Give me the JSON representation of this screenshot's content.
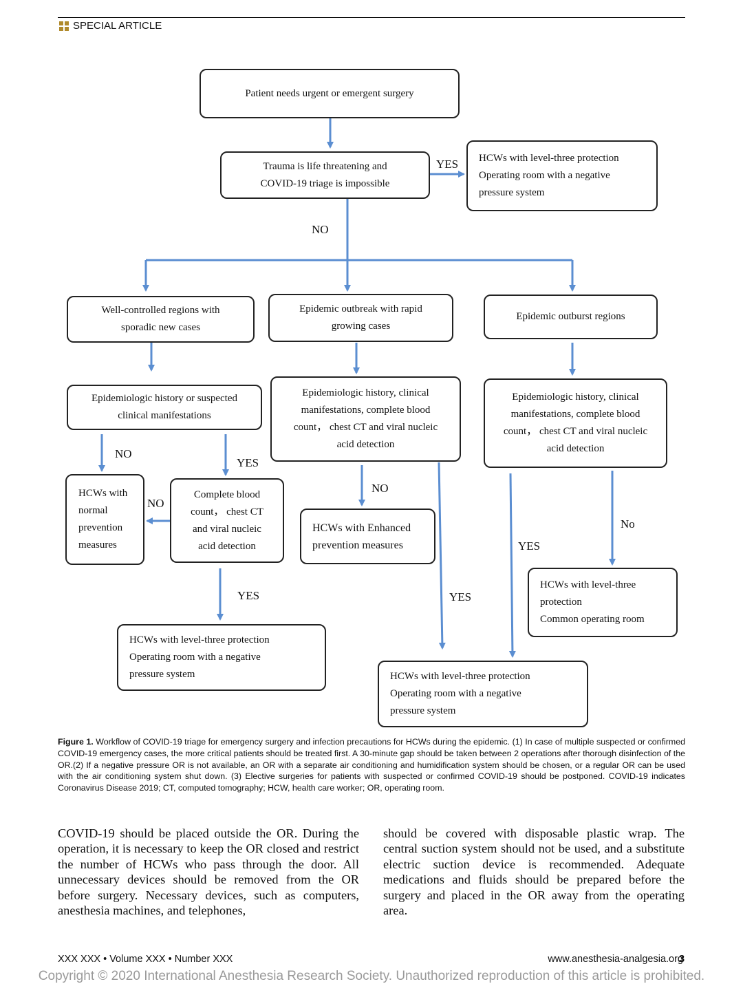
{
  "header": {
    "section": "SPECIAL ARTICLE"
  },
  "flowchart": {
    "nodes": {
      "start": "Patient needs urgent or emergent surgery",
      "trauma": "Trauma is life threatening and\nCOVID-19 triage is impossible",
      "trauma_yes_out": "HCWs with level-three protection\nOperating room with a negative\npressure system",
      "well_controlled": "Well-controlled regions with\nsporadic new cases",
      "outbreak": "Epidemic outbreak with rapid\ngrowing cases",
      "outburst": "Epidemic outburst regions",
      "epi_suspected": "Epidemiologic history or suspected\nclinical manifestations",
      "epi_full_mid": "Epidemiologic history, clinical\nmanifestations, complete blood\ncount， chest CT and viral nucleic\nacid detection",
      "epi_full_right": "Epidemiologic history, clinical\nmanifestations, complete blood\ncount， chest CT and viral nucleic\nacid detection",
      "normal_prevention": "HCWs with\nnormal\nprevention\nmeasures",
      "cbc_test": "Complete blood\ncount， chest CT\nand viral nucleic\nacid detection",
      "enhanced": "HCWs with Enhanced\nprevention measures",
      "level3_common": "HCWs with level-three\nprotection\nCommon operating room",
      "level3_left": "HCWs with level-three protection\nOperating room with a negative\npressure system",
      "level3_bottom": "HCWs with level-three protection\nOperating room with a negative\npressure system"
    },
    "labels": {
      "yes_trauma": "YES",
      "no_trauma": "NO",
      "no_left": "NO",
      "yes_left": "YES",
      "no_normal": "NO",
      "no_mid": "NO",
      "yes_mid": "YES",
      "yes_right": "YES",
      "no_right": "No",
      "yes_cbc": "YES"
    },
    "colors": {
      "arrow": "#5b8ed1",
      "border": "#222222"
    }
  },
  "caption": {
    "label": "Figure 1.",
    "text": " Workflow of COVID-19 triage for emergency surgery and infection precautions for HCWs during the epidemic. (1) In case of multiple suspected or confirmed COVID-19 emergency cases, the more critical patients should be treated first. A 30-minute gap should be taken between 2 operations after thorough disinfection of the OR.(2) If a negative pressure OR is not available, an OR with a separate air conditioning and humidification system should be chosen, or a regular OR can be used with the air conditioning system shut down. (3) Elective surgeries for patients with suspected or confirmed COVID-19 should be postponed. COVID-19 indicates Coronavirus Disease 2019; CT, computed tomography; HCW, health care worker; OR, operating room."
  },
  "body": {
    "col1": "COVID-19 should be placed outside the OR. During the operation, it is necessary to keep the OR closed and restrict the number of HCWs who pass through the door. All unnecessary devices should be removed from the OR before surgery. Necessary devices, such as computers, anesthesia machines, and telephones,",
    "col2": "should be covered with disposable plastic wrap. The central suction system should not be used, and a substitute electric suction device is recommended. Adequate medications and fluids should be prepared before the surgery and placed in the OR away from the operating area."
  },
  "footer": {
    "journal": "XXX XXX • Volume XXX • Number XXX",
    "url": "www.anesthesia-analgesia.org",
    "page": "3",
    "copyright": "Copyright © 2020 International Anesthesia Research Society. Unauthorized reproduction of this article is prohibited."
  }
}
